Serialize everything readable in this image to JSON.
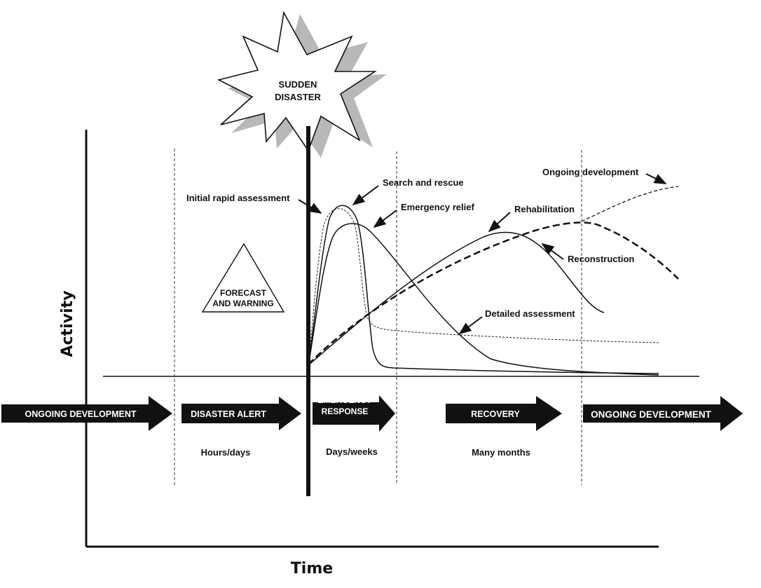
{
  "burst": {
    "line1": "SUDDEN",
    "line2": "DISASTER"
  },
  "triangle": {
    "line1": "FORECAST",
    "line2": "AND WARNING"
  },
  "axes": {
    "x_title": "Time",
    "y_title": "Activity"
  },
  "phases": [
    {
      "id": "ongoing-development-start",
      "line1": "ONGOING DEVELOPMENT",
      "line2": ""
    },
    {
      "id": "disaster-alert",
      "line1": "DISASTER ALERT",
      "line2": ""
    },
    {
      "id": "emergency-response",
      "line1": "EMERGENCY",
      "line2": "RESPONSE"
    },
    {
      "id": "recovery",
      "line1": "RECOVERY",
      "line2": ""
    },
    {
      "id": "ongoing-development-end",
      "line1": "ONGOING DEVELOPMENT",
      "line2": ""
    }
  ],
  "durations": [
    "Hours/days",
    "Days/weeks",
    "Many months"
  ],
  "curve_labels": {
    "initial_rapid_assessment": "Initial rapid assessment",
    "search_and_rescue": "Search and rescue",
    "emergency_relief": "Emergency relief",
    "rehabilitation": "Rehabilitation",
    "reconstruction": "Reconstruction",
    "detailed_assessment": "Detailed assessment",
    "ongoing_development": "Ongoing development"
  },
  "colors": {
    "ink": "#111111",
    "shadow": "#b8b8b8",
    "paper": "#ffffff"
  }
}
